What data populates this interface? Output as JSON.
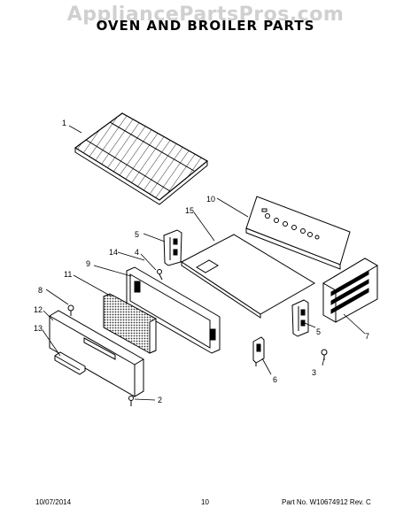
{
  "header": {
    "watermark": "AppliancePartsPros.com",
    "title": "OVEN AND BROILER PARTS"
  },
  "callouts": [
    {
      "id": "1"
    },
    {
      "id": "2"
    },
    {
      "id": "3"
    },
    {
      "id": "4"
    },
    {
      "id": "5"
    },
    {
      "id": "5"
    },
    {
      "id": "6"
    },
    {
      "id": "7"
    },
    {
      "id": "8"
    },
    {
      "id": "9"
    },
    {
      "id": "10"
    },
    {
      "id": "11"
    },
    {
      "id": "12"
    },
    {
      "id": "13"
    },
    {
      "id": "14"
    },
    {
      "id": "15"
    }
  ],
  "footer": {
    "date": "10/07/2014",
    "page": "10",
    "part_no": "Part No. W10674912  Rev. C"
  },
  "colors": {
    "ink": "#000000",
    "watermark": "#d0d0d0"
  }
}
